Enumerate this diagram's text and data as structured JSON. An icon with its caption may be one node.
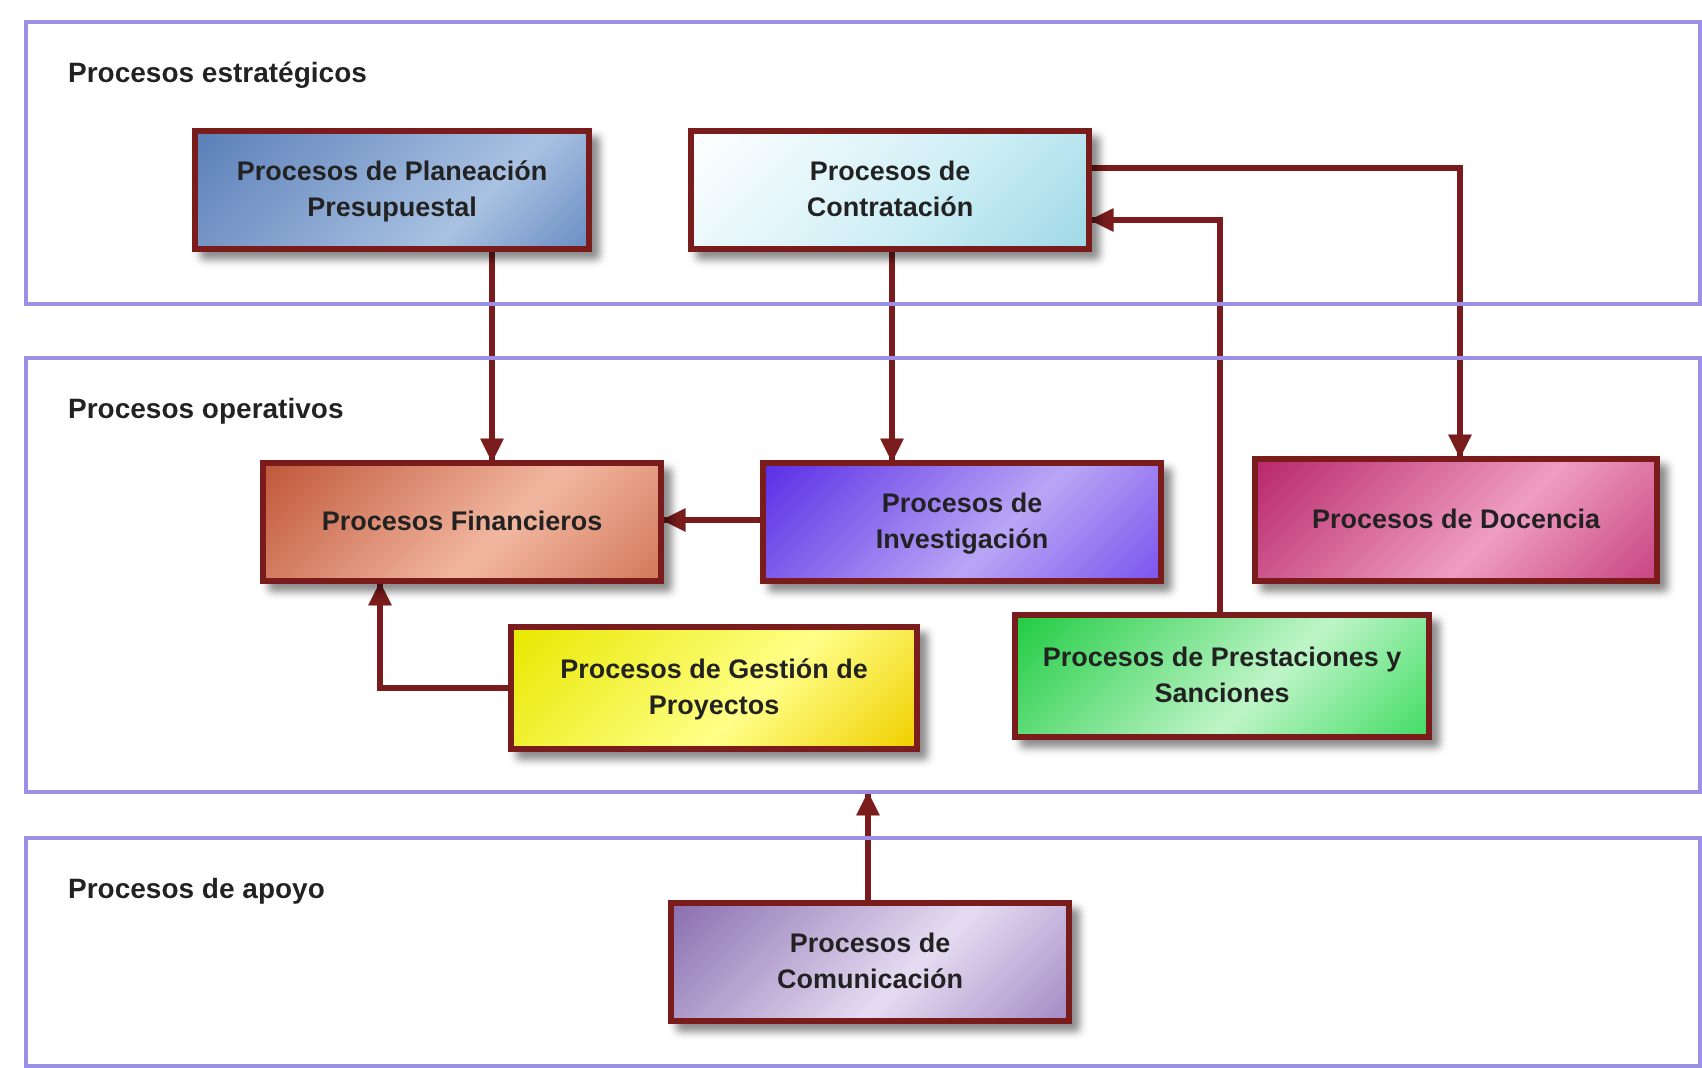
{
  "diagram": {
    "nodes": [
      {
        "text": [
          "Procesos estratégicos"
        ]
      },
      {
        "text": [
          "Procesos de Planeación Presupuestal"
        ],
        "in": 0
      },
      {
        "text": [
          "Procesos de Contratación"
        ],
        "in": 0
      },
      {
        "text": [
          "Procesos operativos"
        ]
      },
      {
        "text": [
          "Procesos Financieros"
        ],
        "in": 3
      },
      {
        "text": [
          "Procesos de Investigación"
        ],
        "in": 3
      },
      {
        "text": [
          "Procesos de Docencia"
        ],
        "in": 3
      },
      {
        "text": [
          "Procesos de Gestión de Proyectos"
        ],
        "in": 3
      },
      {
        "text": [
          "Procesos de Prestaciones y Sanciones"
        ],
        "in": 3
      },
      {
        "text": [
          "Procesos de apoyo"
        ]
      },
      {
        "text": [
          "Procesos de Comunicación"
        ],
        "in": 9
      }
    ],
    "edges": [
      {
        "from": 1,
        "to": 4,
        "arrow": "to"
      },
      {
        "from": 2,
        "to": 5,
        "arrow": "to"
      },
      {
        "from": 2,
        "to": 6,
        "arrow": "to"
      },
      {
        "from": 8,
        "to": 2,
        "arrow": "to"
      },
      {
        "from": 5,
        "to": 4,
        "arrow": "to"
      },
      {
        "from": 7,
        "to": 4,
        "arrow": "to"
      },
      {
        "from": 10,
        "to": 3,
        "arrow": "to"
      }
    ]
  }
}
